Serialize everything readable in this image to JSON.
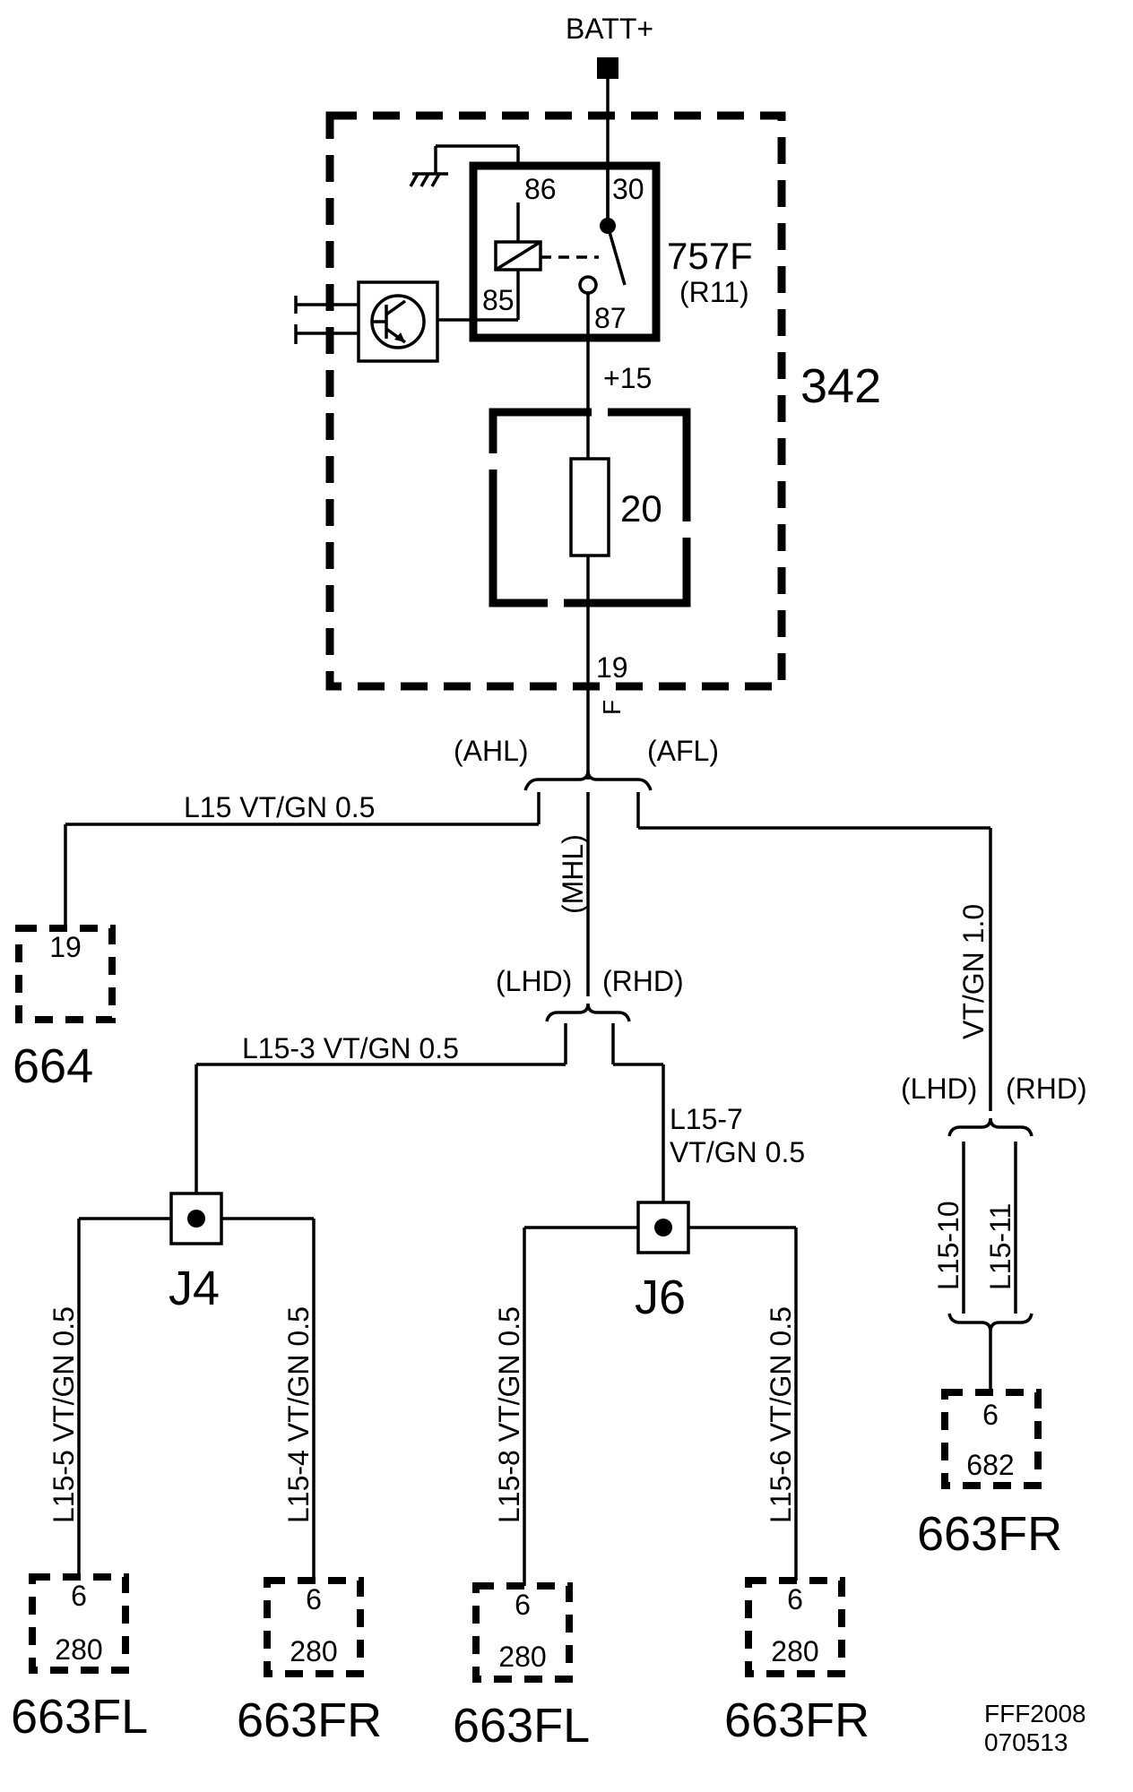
{
  "supply": {
    "label": "BATT+"
  },
  "relay": {
    "pin86": "86",
    "pin30": "30",
    "pin85": "85",
    "pin87": "87",
    "name": "757F",
    "ref": "(R11)"
  },
  "module": {
    "number": "342",
    "plus15": "+15",
    "fuse": "20",
    "pin19": "19",
    "pinF": "F"
  },
  "variants": {
    "ahl": "(AHL)",
    "afl": "(AFL)",
    "mhl": "(MHL)",
    "lhd1": "(LHD)",
    "rhd1": "(RHD)",
    "lhd2": "(LHD)",
    "rhd2": "(RHD)"
  },
  "wires": {
    "l15": "L15   VT/GN   0.5",
    "l15_3": "L15-3     VT/GN    0.5",
    "l15_7a": "L15-7",
    "l15_7b": "VT/GN    0.5",
    "vtgn10": "VT/GN   1.0",
    "l15_10": "L15-10",
    "l15_11": "L15-11",
    "l15_5": "L15-5   VT/GN   0.5",
    "l15_4": "L15-4   VT/GN   0.5",
    "l15_8": "L15-8   VT/GN   0.5",
    "l15_6": "L15-6   VT/GN   0.5"
  },
  "junctions": {
    "j4": "J4",
    "j6": "J6"
  },
  "connectors": {
    "c664": {
      "pin": "19",
      "name": "664"
    },
    "c682": {
      "pin": "6",
      "code": "682",
      "name": "663FR"
    },
    "c1": {
      "pin": "6",
      "code": "280",
      "name": "663FL"
    },
    "c2": {
      "pin": "6",
      "code": "280",
      "name": "663FR"
    },
    "c3": {
      "pin": "6",
      "code": "280",
      "name": "663FL"
    },
    "c4": {
      "pin": "6",
      "code": "280",
      "name": "663FR"
    }
  },
  "footer": {
    "line1": "FFF2008",
    "line2": "070513"
  }
}
